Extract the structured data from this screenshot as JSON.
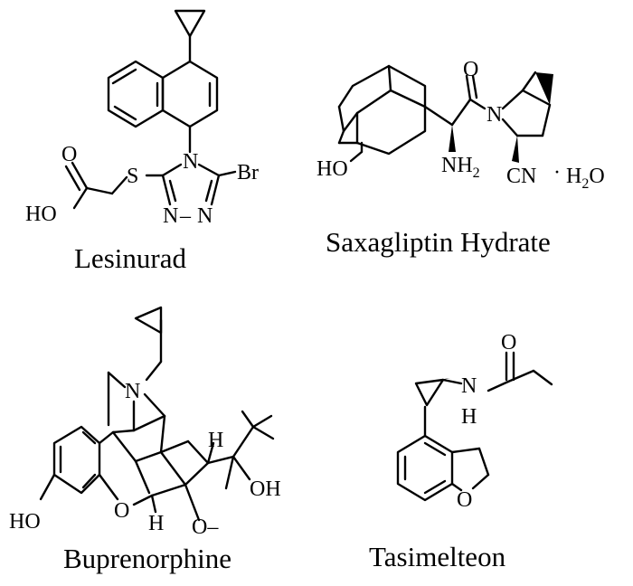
{
  "compounds": [
    {
      "name": "Lesinurad",
      "atoms": {
        "o_carbonyl": "O",
        "ho": "HO",
        "s": "S",
        "n4": "N",
        "br": "Br",
        "n1": "N",
        "n2": "N",
        "dash": "–"
      }
    },
    {
      "name": "Saxagliptin Hydrate",
      "atoms": {
        "ho": "HO",
        "nh2": "NH",
        "nh2_sub": "2",
        "o": "O",
        "n": "N",
        "cn": "CN",
        "dot": "·",
        "h2o_h": "H",
        "h2o_sub": "2",
        "h2o_o": "O"
      }
    },
    {
      "name": "Buprenorphine",
      "atoms": {
        "n": "N",
        "h_top": "H",
        "oh": "OH",
        "ho": "HO",
        "o_ring": "O",
        "h_bottom": "H",
        "ome": "O–"
      }
    },
    {
      "name": "Tasimelteon",
      "atoms": {
        "o": "O",
        "n": "N",
        "h": "H",
        "o_ring": "O"
      }
    }
  ]
}
